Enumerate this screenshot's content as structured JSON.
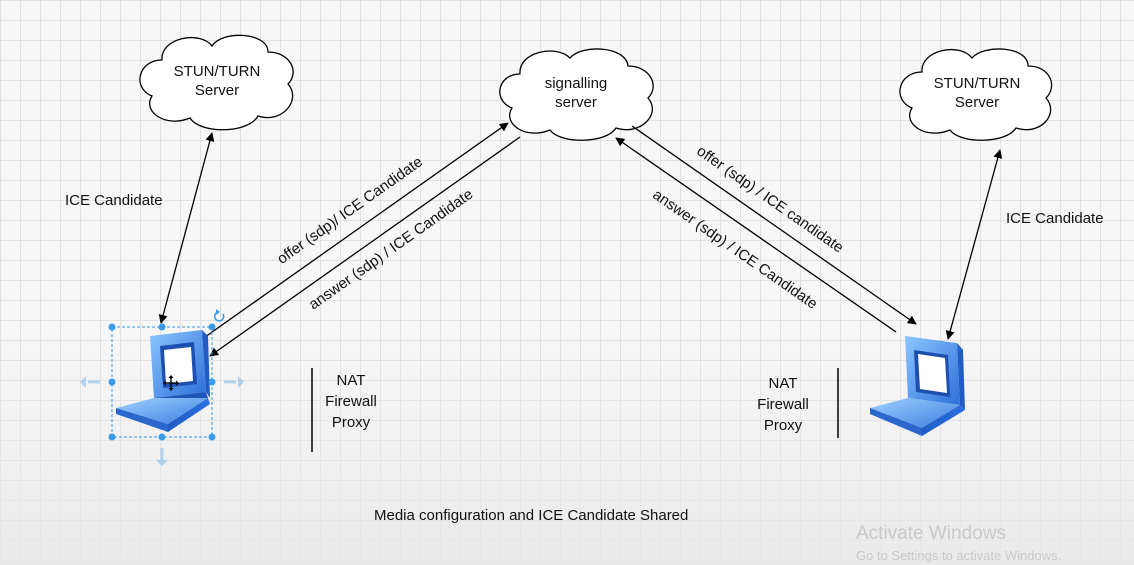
{
  "diagram": {
    "stun_left": {
      "line1": "STUN/TURN",
      "line2": "Server"
    },
    "stun_right": {
      "line1": "STUN/TURN",
      "line2": "Server"
    },
    "signalling": {
      "line1": "signalling",
      "line2": "server"
    },
    "ice_left": "ICE Candidate",
    "ice_right": "ICE Candidate",
    "offer_left": "offer (sdp)/ ICE Candidate",
    "answer_left": "answer (sdp) / ICE Candidate",
    "offer_right": "offer (sdp) / ICE candidate",
    "answer_right": "answer (sdp) / ICE Candidate",
    "nat_left": {
      "line1": "NAT",
      "line2": "Firewall",
      "line3": "Proxy"
    },
    "nat_right": {
      "line1": "NAT",
      "line2": "Firewall",
      "line3": "Proxy"
    },
    "caption": "Media configuration and ICE Candidate Shared"
  },
  "watermark": {
    "title": "Activate Windows",
    "subtitle": "Go to Settings to activate Windows."
  },
  "colors": {
    "laptop_light": "#6fb3ff",
    "laptop_dark": "#2f6fd6",
    "selection": "#3b9be8"
  }
}
